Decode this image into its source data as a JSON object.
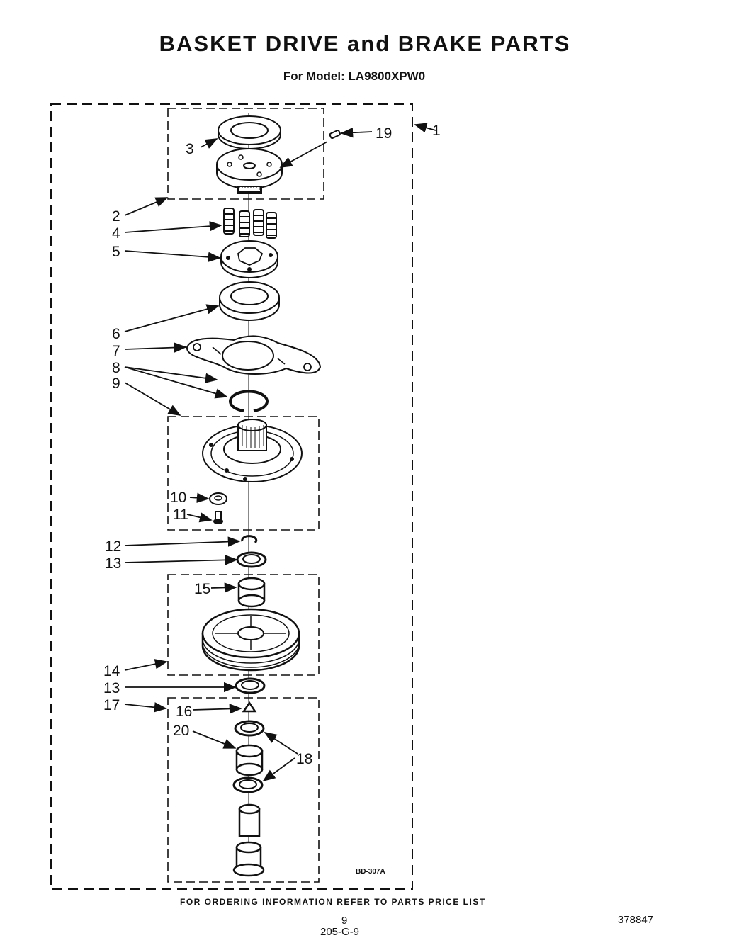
{
  "title": "BASKET DRIVE and BRAKE PARTS",
  "subtitle": "For Model: LA9800XPW0",
  "figure_code": "BD-307A",
  "footer_text": "FOR ORDERING INFORMATION REFER TO PARTS PRICE LIST",
  "page_number": "9",
  "page_code": "205-G-9",
  "document_number": "378847",
  "callouts": [
    "1",
    "19",
    "3",
    "2",
    "4",
    "5",
    "6",
    "7",
    "8",
    "9",
    "10",
    "11",
    "12",
    "13",
    "15",
    "14",
    "13",
    "17",
    "16",
    "20",
    "18"
  ]
}
